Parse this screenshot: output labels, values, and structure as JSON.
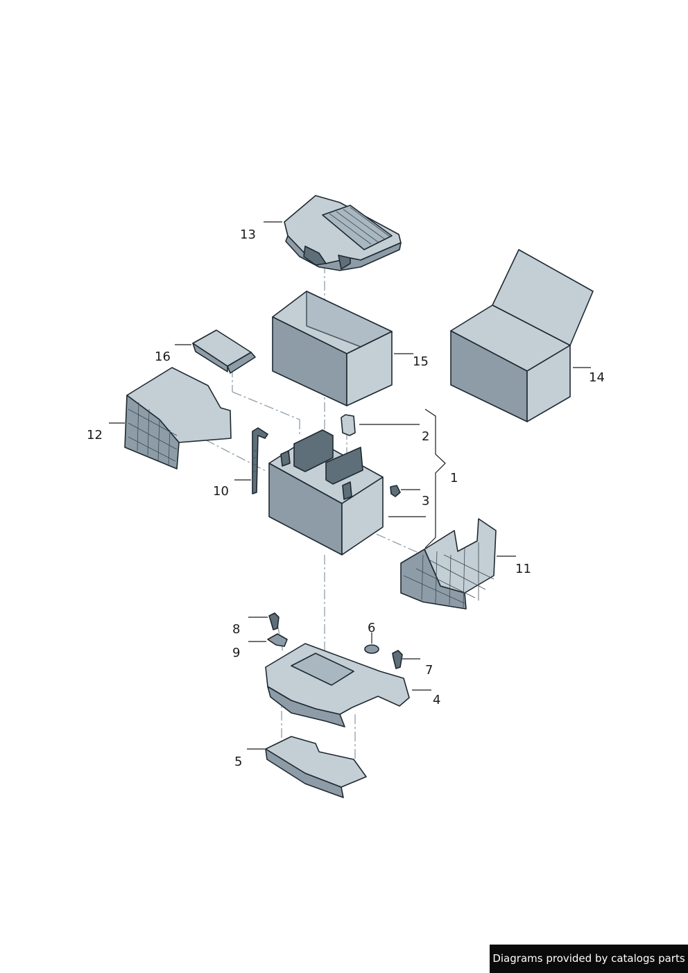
{
  "callouts": [
    {
      "id": "1",
      "text": "1"
    },
    {
      "id": "2",
      "text": "2"
    },
    {
      "id": "3",
      "text": "3"
    },
    {
      "id": "4",
      "text": "4"
    },
    {
      "id": "5",
      "text": "5"
    },
    {
      "id": "6",
      "text": "6"
    },
    {
      "id": "7",
      "text": "7"
    },
    {
      "id": "8",
      "text": "8"
    },
    {
      "id": "9",
      "text": "9"
    },
    {
      "id": "10",
      "text": "10"
    },
    {
      "id": "11",
      "text": "11"
    },
    {
      "id": "12",
      "text": "12"
    },
    {
      "id": "13",
      "text": "13"
    },
    {
      "id": "14",
      "text": "14"
    },
    {
      "id": "15",
      "text": "15"
    },
    {
      "id": "16",
      "text": "16"
    }
  ],
  "footer": {
    "credit": "Diagrams provided by catalogs parts"
  },
  "colors": {
    "part_light": "#c3ced5",
    "part_mid": "#8d9ca6",
    "part_dark": "#5f6f79",
    "outline": "#1d2830",
    "axis": "#8e9ea9"
  }
}
